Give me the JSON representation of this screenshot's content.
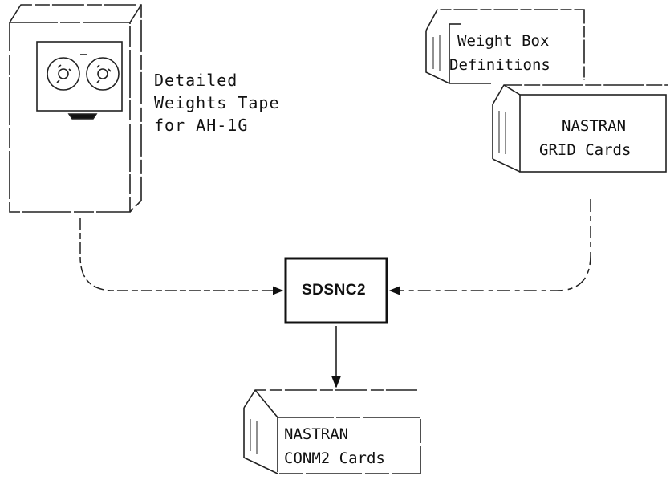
{
  "tape": {
    "label_lines": [
      "Detailed",
      "Weights Tape",
      "for AH-1G"
    ]
  },
  "cards_weight_box": {
    "lines": [
      "Weight Box",
      "Definitions"
    ]
  },
  "cards_grid": {
    "lines": [
      "NASTRAN",
      "GRID Cards"
    ]
  },
  "program": {
    "label": "SDSNC2"
  },
  "cards_output": {
    "lines": [
      "NASTRAN",
      "CONM2 Cards"
    ]
  }
}
